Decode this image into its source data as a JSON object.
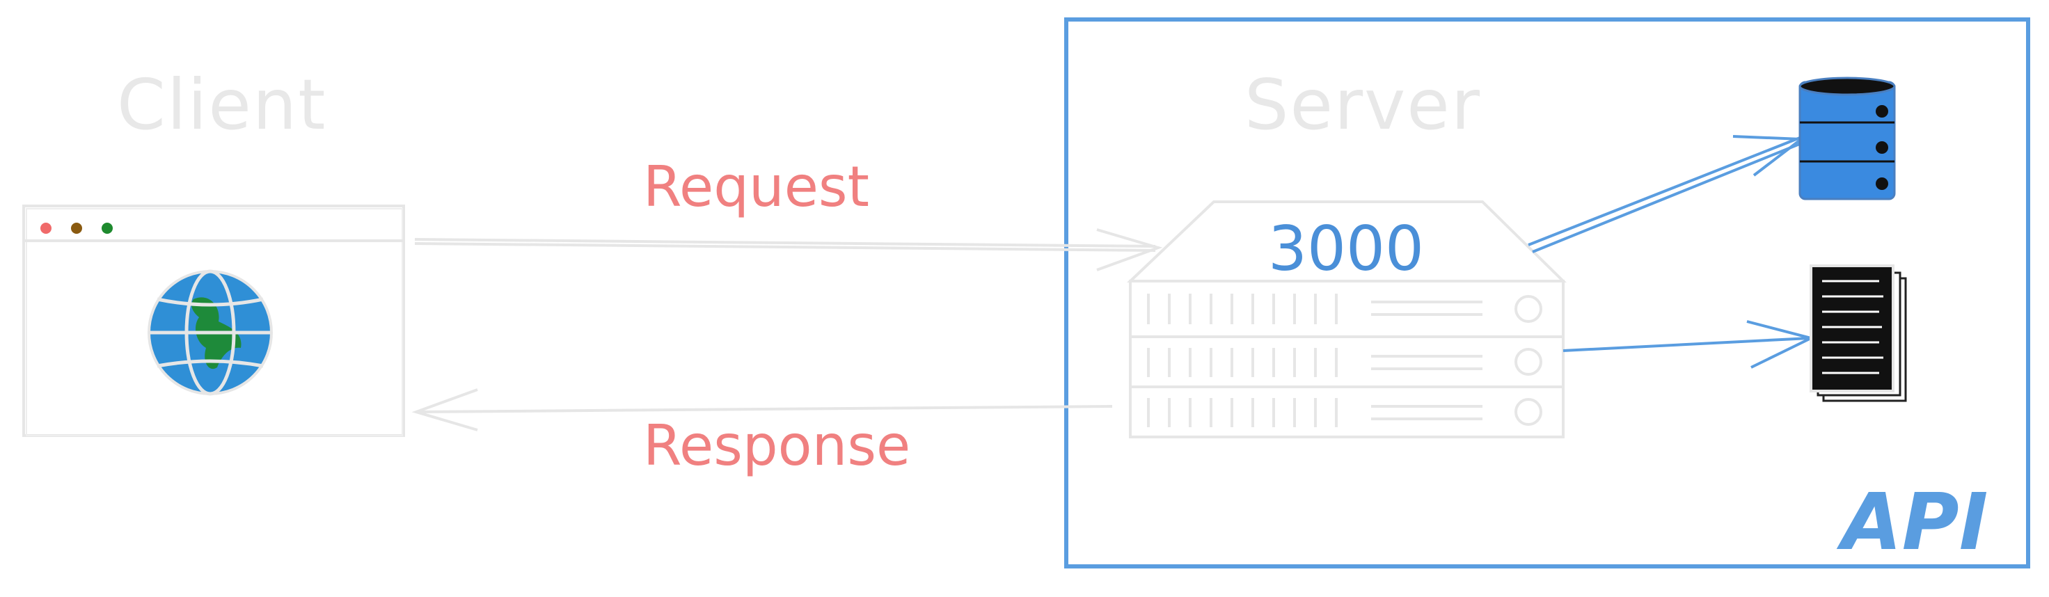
{
  "diagram": {
    "client": {
      "title": "Client"
    },
    "server": {
      "title": "Server",
      "port": "3000"
    },
    "request": {
      "label": "Request"
    },
    "response": {
      "label": "Response"
    },
    "api": {
      "label": "API"
    }
  },
  "colors": {
    "sketch_gray": "#e6e6e6",
    "label_red": "#f08080",
    "api_blue": "#5a9de0",
    "globe_blue": "#2f8fd6",
    "globe_green": "#1e8a3a",
    "db_blue": "#3a8ae0",
    "dot_red": "#f06a6a",
    "dot_brown": "#8a5a10",
    "dot_green": "#1e8a2e"
  },
  "icons": [
    "browser-window-icon",
    "globe-icon",
    "server-rack-icon",
    "database-icon",
    "file-stack-icon"
  ]
}
